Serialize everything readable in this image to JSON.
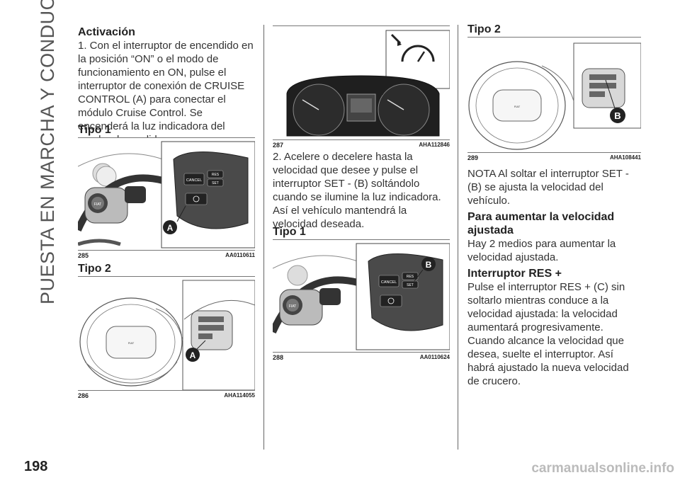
{
  "sidebar_title": "PUESTA EN MARCHA Y CONDUCCIÓN",
  "page_number": "198",
  "footer_url": "carmanualsonline.info",
  "col1": {
    "heading": "Activación",
    "text": "1. Con el interruptor de encendido en la posición “ON” o el modo de funcionamiento en ON, pulse el interruptor de conexión de CRUISE CONTROL (A) para conectar el módulo Cruise Control. Se encenderá la luz indicadora del cuadro de medidores.",
    "tipo1": "Tipo 1",
    "fig285": {
      "num": "285",
      "code": "AA0110611",
      "callout": "A",
      "btn_cancel": "CANCEL",
      "btn_res": "RES",
      "btn_set": "SET",
      "logo": "FIAT"
    },
    "tipo2": "Tipo 2",
    "fig286": {
      "num": "286",
      "code": "AHA114055",
      "callout": "A"
    }
  },
  "col2": {
    "fig287": {
      "num": "287",
      "code": "AHA112846"
    },
    "text": "2. Acelere o decelere hasta la velocidad que desee y pulse el interruptor SET - (B) soltándolo cuando se ilumine la luz indicadora. Así el vehículo mantendrá la velocidad deseada.",
    "tipo1": "Tipo 1",
    "fig288": {
      "num": "288",
      "code": "AA0110624",
      "callout": "B",
      "btn_cancel": "CANCEL",
      "btn_res": "RES",
      "btn_set": "SET",
      "logo": "FIAT"
    }
  },
  "col3": {
    "tipo2": "Tipo 2",
    "fig289": {
      "num": "289",
      "code": "AHA108441",
      "callout": "B"
    },
    "nota": "NOTA Al soltar el interruptor SET - (B) se ajusta la velocidad del vehículo.",
    "h_aumentar": "Para aumentar la velocidad ajustada",
    "p_aumentar": "Hay 2 medios para aumentar la velocidad ajustada.",
    "h_res": "Interruptor RES +",
    "p_res": "Pulse el interruptor RES + (C) sin soltarlo mientras conduce a la velocidad ajustada: la velocidad aumentará progresivamente. Cuando alcance la velocidad que desea, suelte el interruptor. Así habrá ajustado la nueva velocidad de crucero."
  }
}
